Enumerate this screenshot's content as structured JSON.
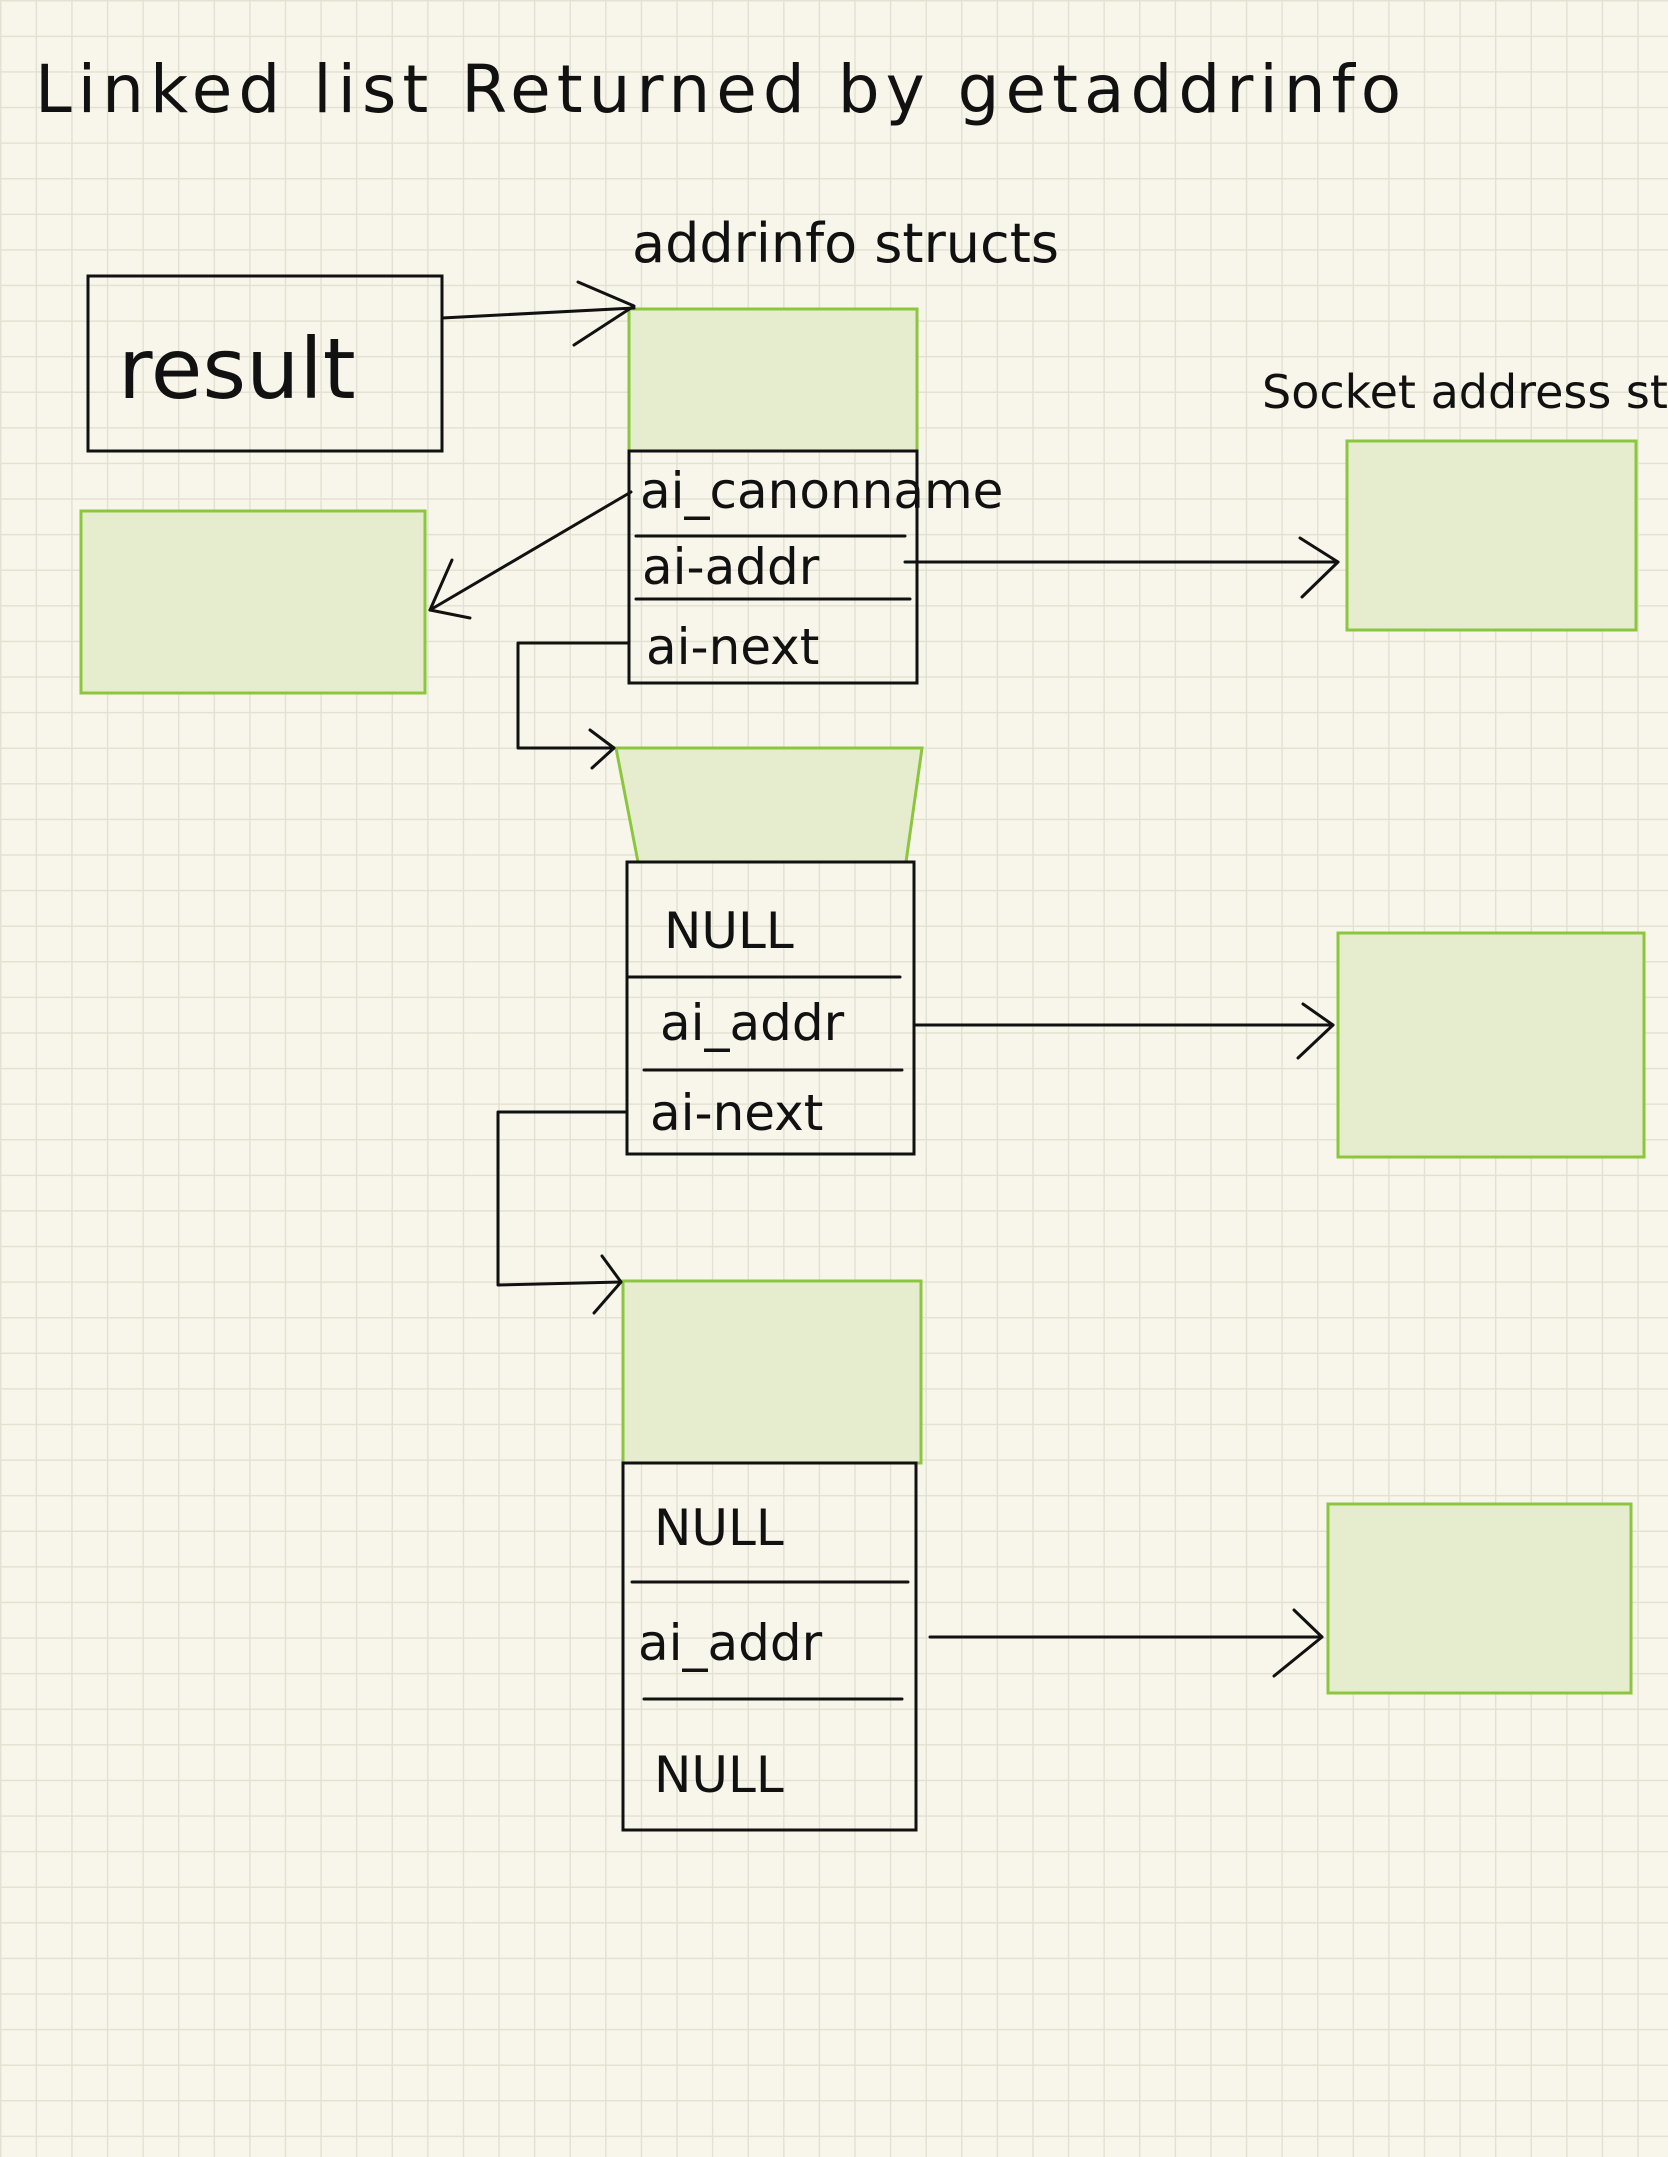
{
  "title": "Linked list Returned by getaddrinfo",
  "addrinfo_header": "addrinfo structs",
  "sockaddr_header": "Socket address structs",
  "result_label": "result",
  "nodes": [
    {
      "fields": [
        "ai_canonname",
        "ai-addr",
        "ai-next"
      ]
    },
    {
      "fields": [
        "NULL",
        "ai_addr",
        "ai-next"
      ]
    },
    {
      "fields": [
        "NULL",
        "ai_addr",
        "NULL"
      ]
    }
  ],
  "colors": {
    "fill": "#e6edcf",
    "outline": "#8cc63f",
    "ink": "#111111",
    "grid": "#e3e2d2"
  }
}
